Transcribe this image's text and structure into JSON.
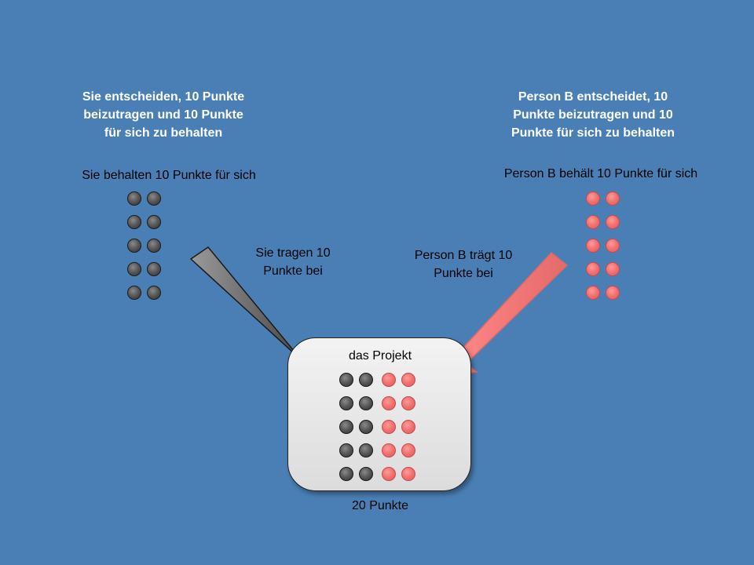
{
  "you": {
    "decision": [
      "Sie entscheiden, 10 Punkte",
      "beizutragen und 10 Punkte",
      "für sich zu behalten"
    ],
    "keep_label": "Sie behalten 10 Punkte für sich",
    "contribute_label": [
      "Sie tragen 10",
      "Punkte bei"
    ],
    "keep_dots": 10
  },
  "person_b": {
    "decision": [
      "Person B entscheidet, 10",
      "Punkte beizutragen und 10",
      "Punkte für sich zu behalten"
    ],
    "keep_label": "Person B behält 10 Punkte für sich",
    "contribute_label": [
      "Person B trägt 10",
      "Punkte bei"
    ],
    "keep_dots": 10
  },
  "project": {
    "title": "das Projekt",
    "total_label": "20 Punkte",
    "gray_dots": 10,
    "red_dots": 10
  },
  "colors": {
    "background": "#4a7fb5",
    "you_color": "#555555",
    "person_b_color": "#f07070"
  }
}
